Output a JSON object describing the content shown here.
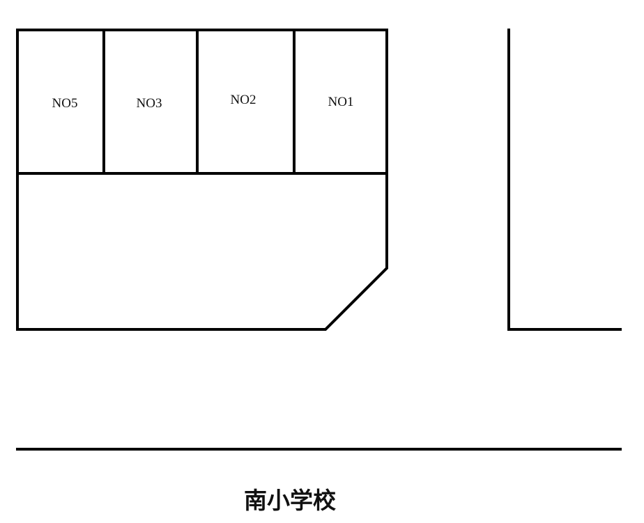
{
  "map": {
    "line_color": "#000000",
    "background_color": "#ffffff",
    "lots": [
      {
        "id": "no5",
        "label": "NO5"
      },
      {
        "id": "no3",
        "label": "NO3"
      },
      {
        "id": "no2",
        "label": "NO2"
      },
      {
        "id": "no1",
        "label": "NO1"
      }
    ],
    "school_label": "南小学校"
  }
}
